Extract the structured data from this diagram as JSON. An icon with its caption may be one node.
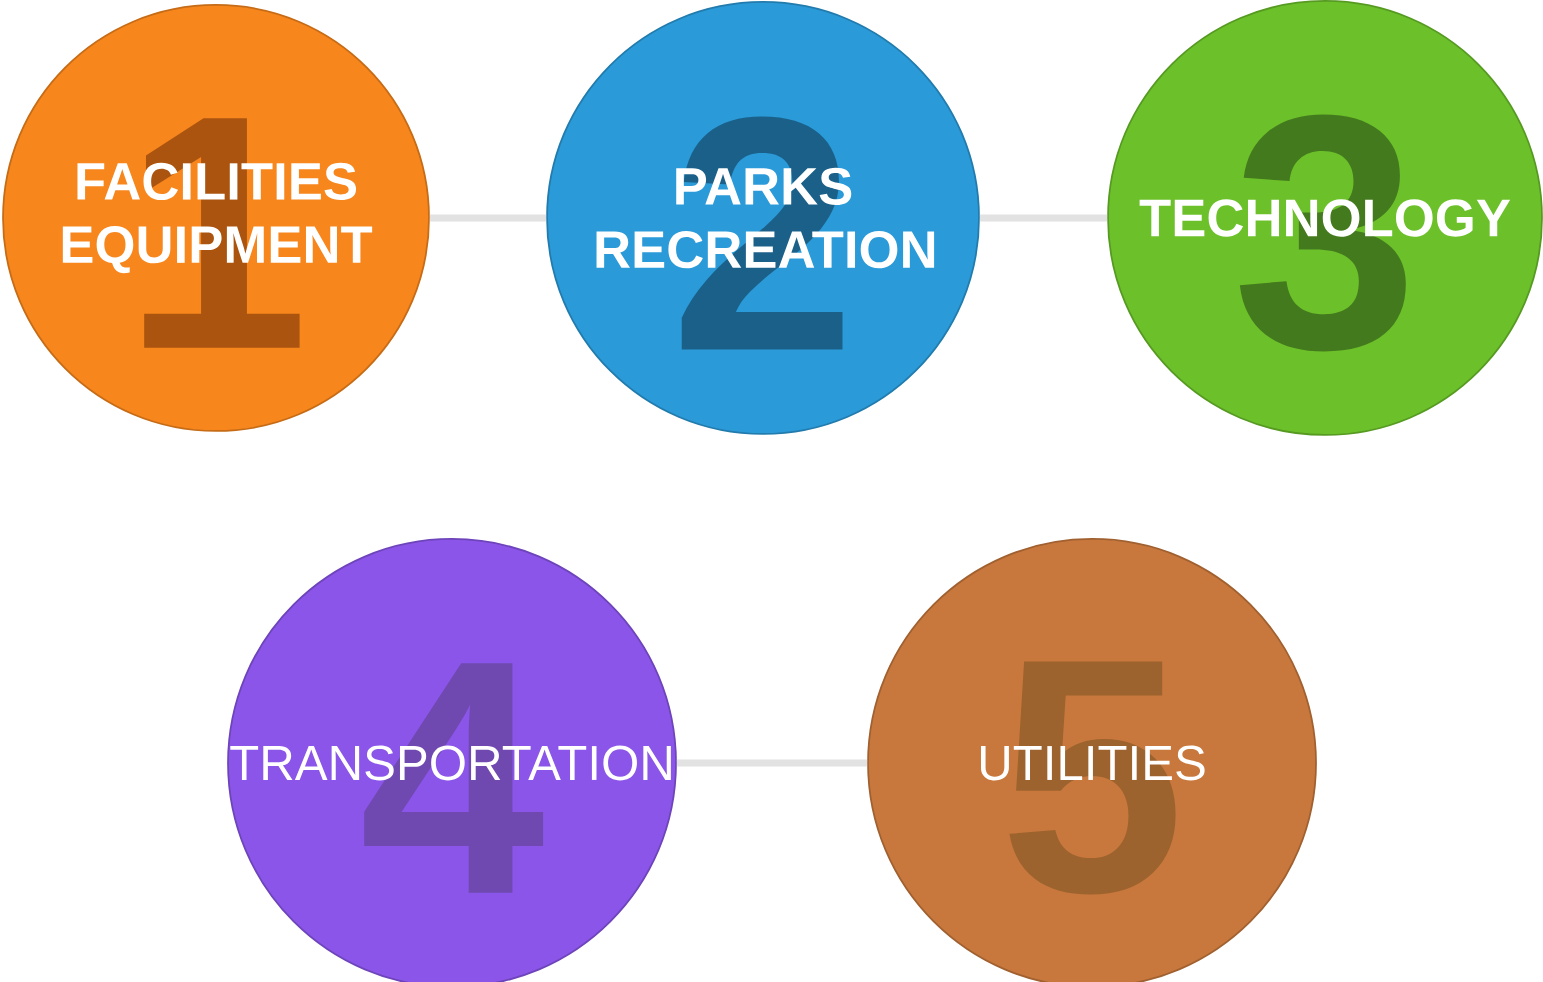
{
  "diagram": {
    "nodes": [
      {
        "text": [
          "1",
          "FACILITIES EQUIPMENT"
        ]
      },
      {
        "text": [
          "2",
          "PARKS RECREATION"
        ]
      },
      {
        "text": [
          "3",
          "TECHNOLOGY"
        ]
      },
      {
        "text": [
          "4",
          "TRANSPORTATION"
        ]
      },
      {
        "text": [
          "5",
          "UTILITIES"
        ]
      }
    ],
    "edges": [
      {
        "from": 0,
        "to": 1,
        "arrow": "none"
      },
      {
        "from": 1,
        "to": 2,
        "arrow": "none"
      },
      {
        "from": 3,
        "to": 4,
        "arrow": "none"
      }
    ]
  }
}
